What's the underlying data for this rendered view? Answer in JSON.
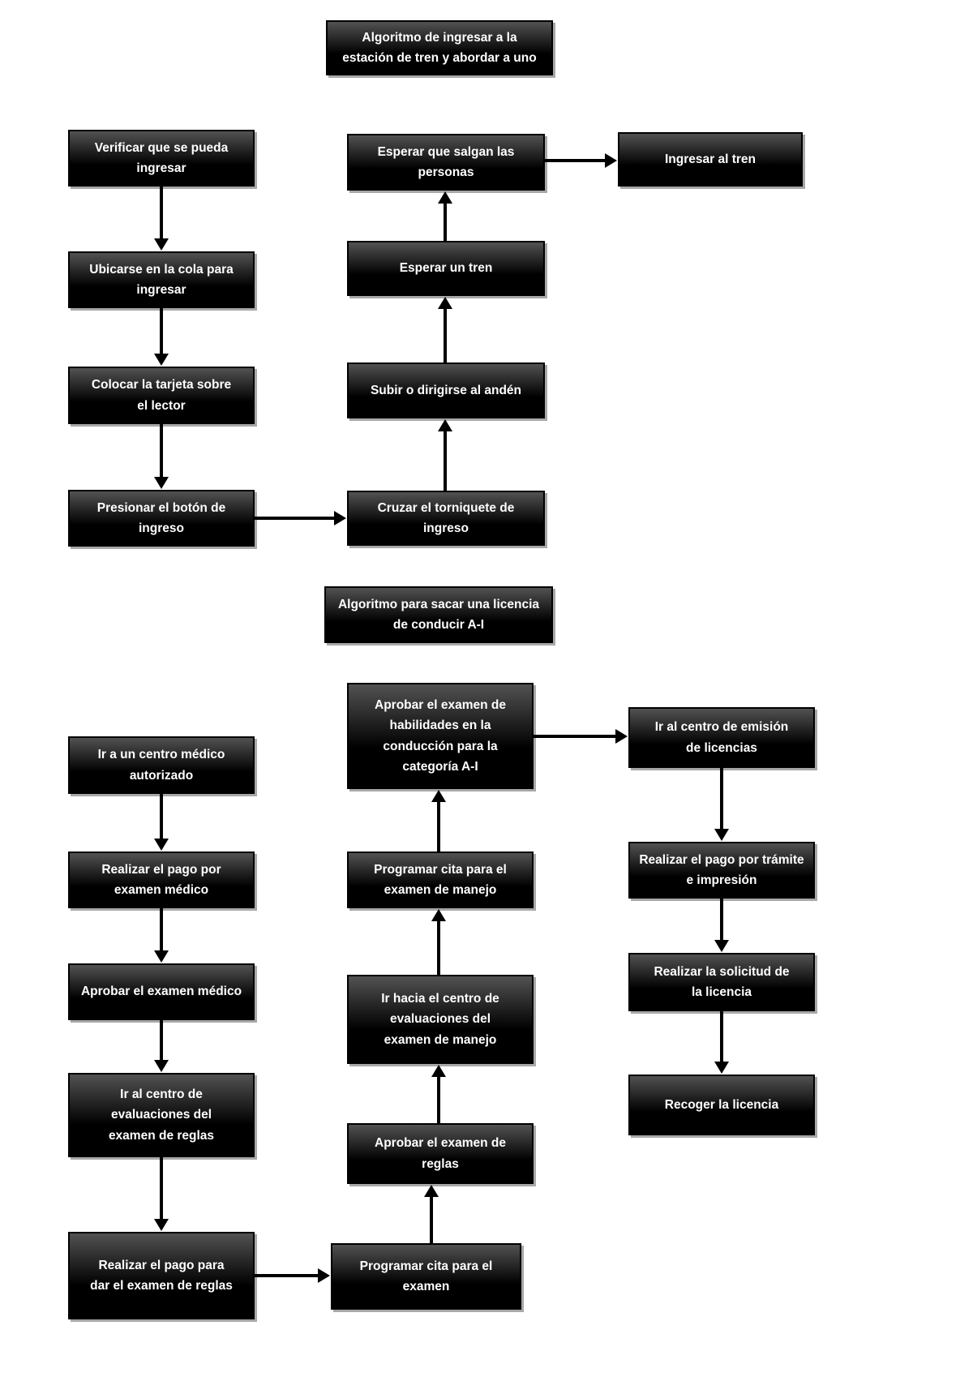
{
  "colors": {
    "background": "#ffffff",
    "box_gradient_top": "#525252",
    "box_gradient_bottom": "#000000",
    "box_border": "#000000",
    "box_shadow": "#a8a8a8",
    "box_text": "#ffffff",
    "arrow": "#000000"
  },
  "chart1": {
    "title": "Algoritmo de ingresar a la estación de tren y abordar a uno",
    "nodes": {
      "verificar": "Verificar que se pueda ingresar",
      "ubicarse": "Ubicarse en la cola para ingresar",
      "colocar": "Colocar la tarjeta sobre el lector",
      "presionar": "Presionar el botón de ingreso",
      "cruzar": "Cruzar el torniquete de ingreso",
      "subir": "Subir o dirigirse al andén",
      "esperar_tren": "Esperar un tren",
      "esperar_personas": "Esperar que salgan las personas",
      "ingresar": "Ingresar al tren"
    }
  },
  "chart2": {
    "title": "Algoritmo para sacar una licencia de conducir A-I",
    "nodes": {
      "centro_medico": "Ir a un centro médico autorizado",
      "pago_examen_medico": "Realizar el pago por examen médico",
      "aprobar_medico": "Aprobar el examen médico",
      "centro_reglas": "Ir al centro de evaluaciones del examen de reglas",
      "pago_reglas": "Realizar el pago para dar el examen de reglas",
      "cita_examen": "Programar cita para el examen",
      "aprobar_reglas": "Aprobar el examen de reglas",
      "centro_manejo": "Ir hacia el centro de evaluaciones del examen de manejo",
      "cita_manejo": "Programar cita para el examen de manejo",
      "aprobar_habilidades": "Aprobar el examen de habilidades en la conducción para la categoría A-I",
      "centro_emision": "Ir al centro de emisión de licencias",
      "pago_tramite": "Realizar el pago por trámite e impresión",
      "solicitud": "Realizar la solicitud de la licencia",
      "recoger": "Recoger la licencia"
    }
  }
}
